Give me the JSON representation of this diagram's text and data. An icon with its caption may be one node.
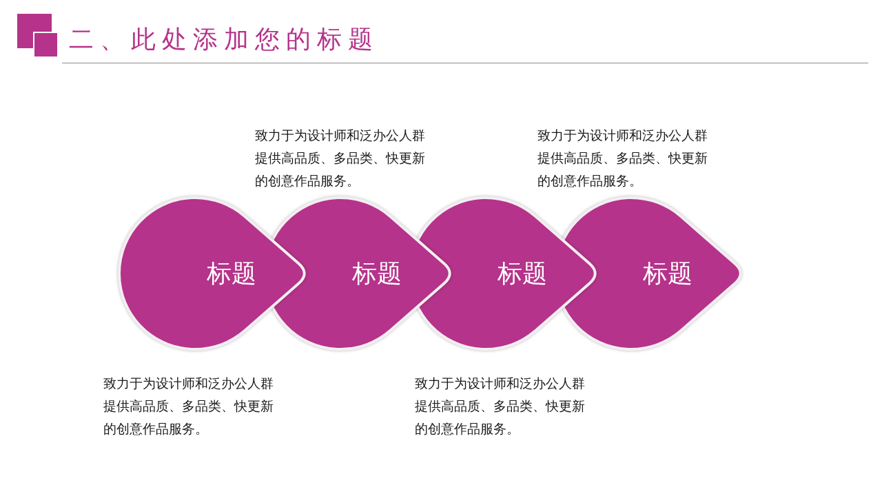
{
  "diagram": {
    "title": "二、此处添加您的标题",
    "nodes": [
      {
        "text": [
          "标题"
        ],
        "beside": [
          "致力于为设计师和泛办公人群提供高品质、多品类、快更新的创意作品服务。"
        ]
      },
      {
        "text": [
          "标题"
        ],
        "beside": [
          "致力于为设计师和泛办公人群提供高品质、多品类、快更新的创意作品服务。"
        ]
      },
      {
        "text": [
          "标题"
        ],
        "beside": [
          "致力于为设计师和泛办公人群提供高品质、多品类、快更新的创意作品服务。"
        ]
      },
      {
        "text": [
          "标题"
        ],
        "beside": [
          "致力于为设计师和泛办公人群提供高品质、多品类、快更新的创意作品服务。"
        ]
      }
    ]
  }
}
